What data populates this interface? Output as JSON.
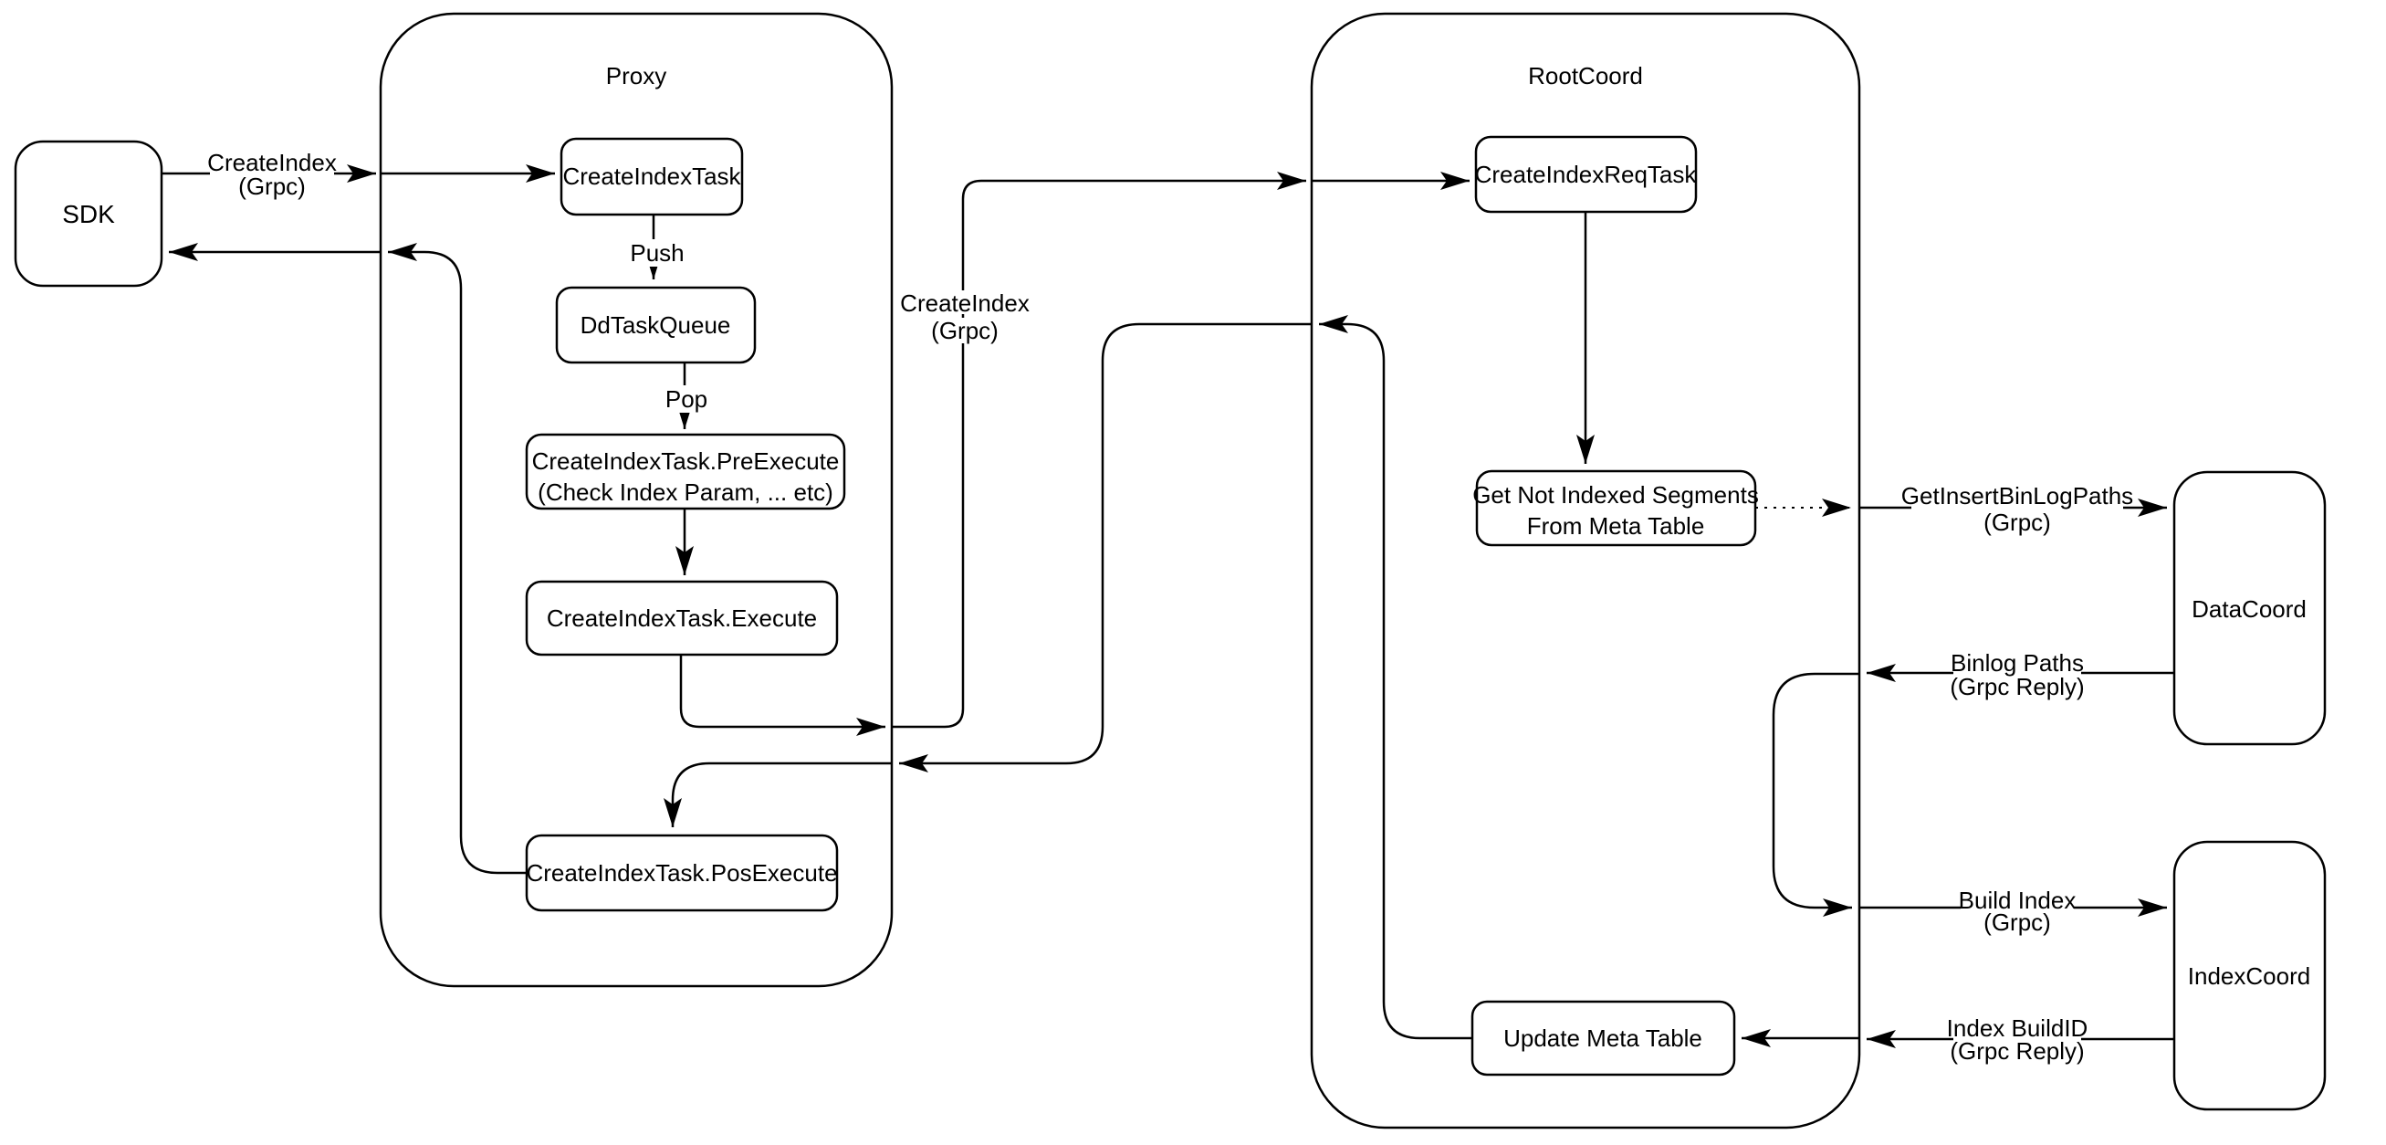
{
  "diagram": {
    "colors": {
      "stroke": "#000000",
      "background": "#ffffff"
    },
    "containers": {
      "proxy": {
        "label": "Proxy"
      },
      "rootcoord": {
        "label": "RootCoord"
      }
    },
    "nodes": {
      "sdk": {
        "label": "SDK"
      },
      "create_index_task": {
        "label": "CreateIndexTask"
      },
      "dd_task_queue": {
        "label": "DdTaskQueue"
      },
      "pre_execute": {
        "line1": "CreateIndexTask.PreExecute",
        "line2": "(Check Index Param, ... etc)"
      },
      "execute": {
        "label": "CreateIndexTask.Execute"
      },
      "pos_execute": {
        "label": "CreateIndexTask.PosExecute"
      },
      "create_index_req_task": {
        "label": "CreateIndexReqTask"
      },
      "get_not_indexed": {
        "line1": "Get Not Indexed Segments",
        "line2": "From Meta Table"
      },
      "update_meta_table": {
        "label": "Update Meta Table"
      },
      "datacoord": {
        "label": "DataCoord"
      },
      "indexcoord": {
        "label": "IndexCoord"
      }
    },
    "edge_labels": {
      "create_index_sdk": {
        "line1": "CreateIndex",
        "line2": "(Grpc)"
      },
      "push": {
        "label": "Push"
      },
      "pop": {
        "label": "Pop"
      },
      "create_index_proxy": {
        "line1": "CreateIndex",
        "line2": "(Grpc)"
      },
      "get_insert_binlog_paths": {
        "line1": "GetInsertBinLogPaths",
        "line2": "(Grpc)"
      },
      "binlog_paths": {
        "line1": "Binlog Paths",
        "line2": "(Grpc Reply)"
      },
      "build_index": {
        "line1": "Build Index",
        "line2": "(Grpc)"
      },
      "index_buildid": {
        "line1": "Index BuildID",
        "line2": "(Grpc Reply)"
      }
    }
  }
}
